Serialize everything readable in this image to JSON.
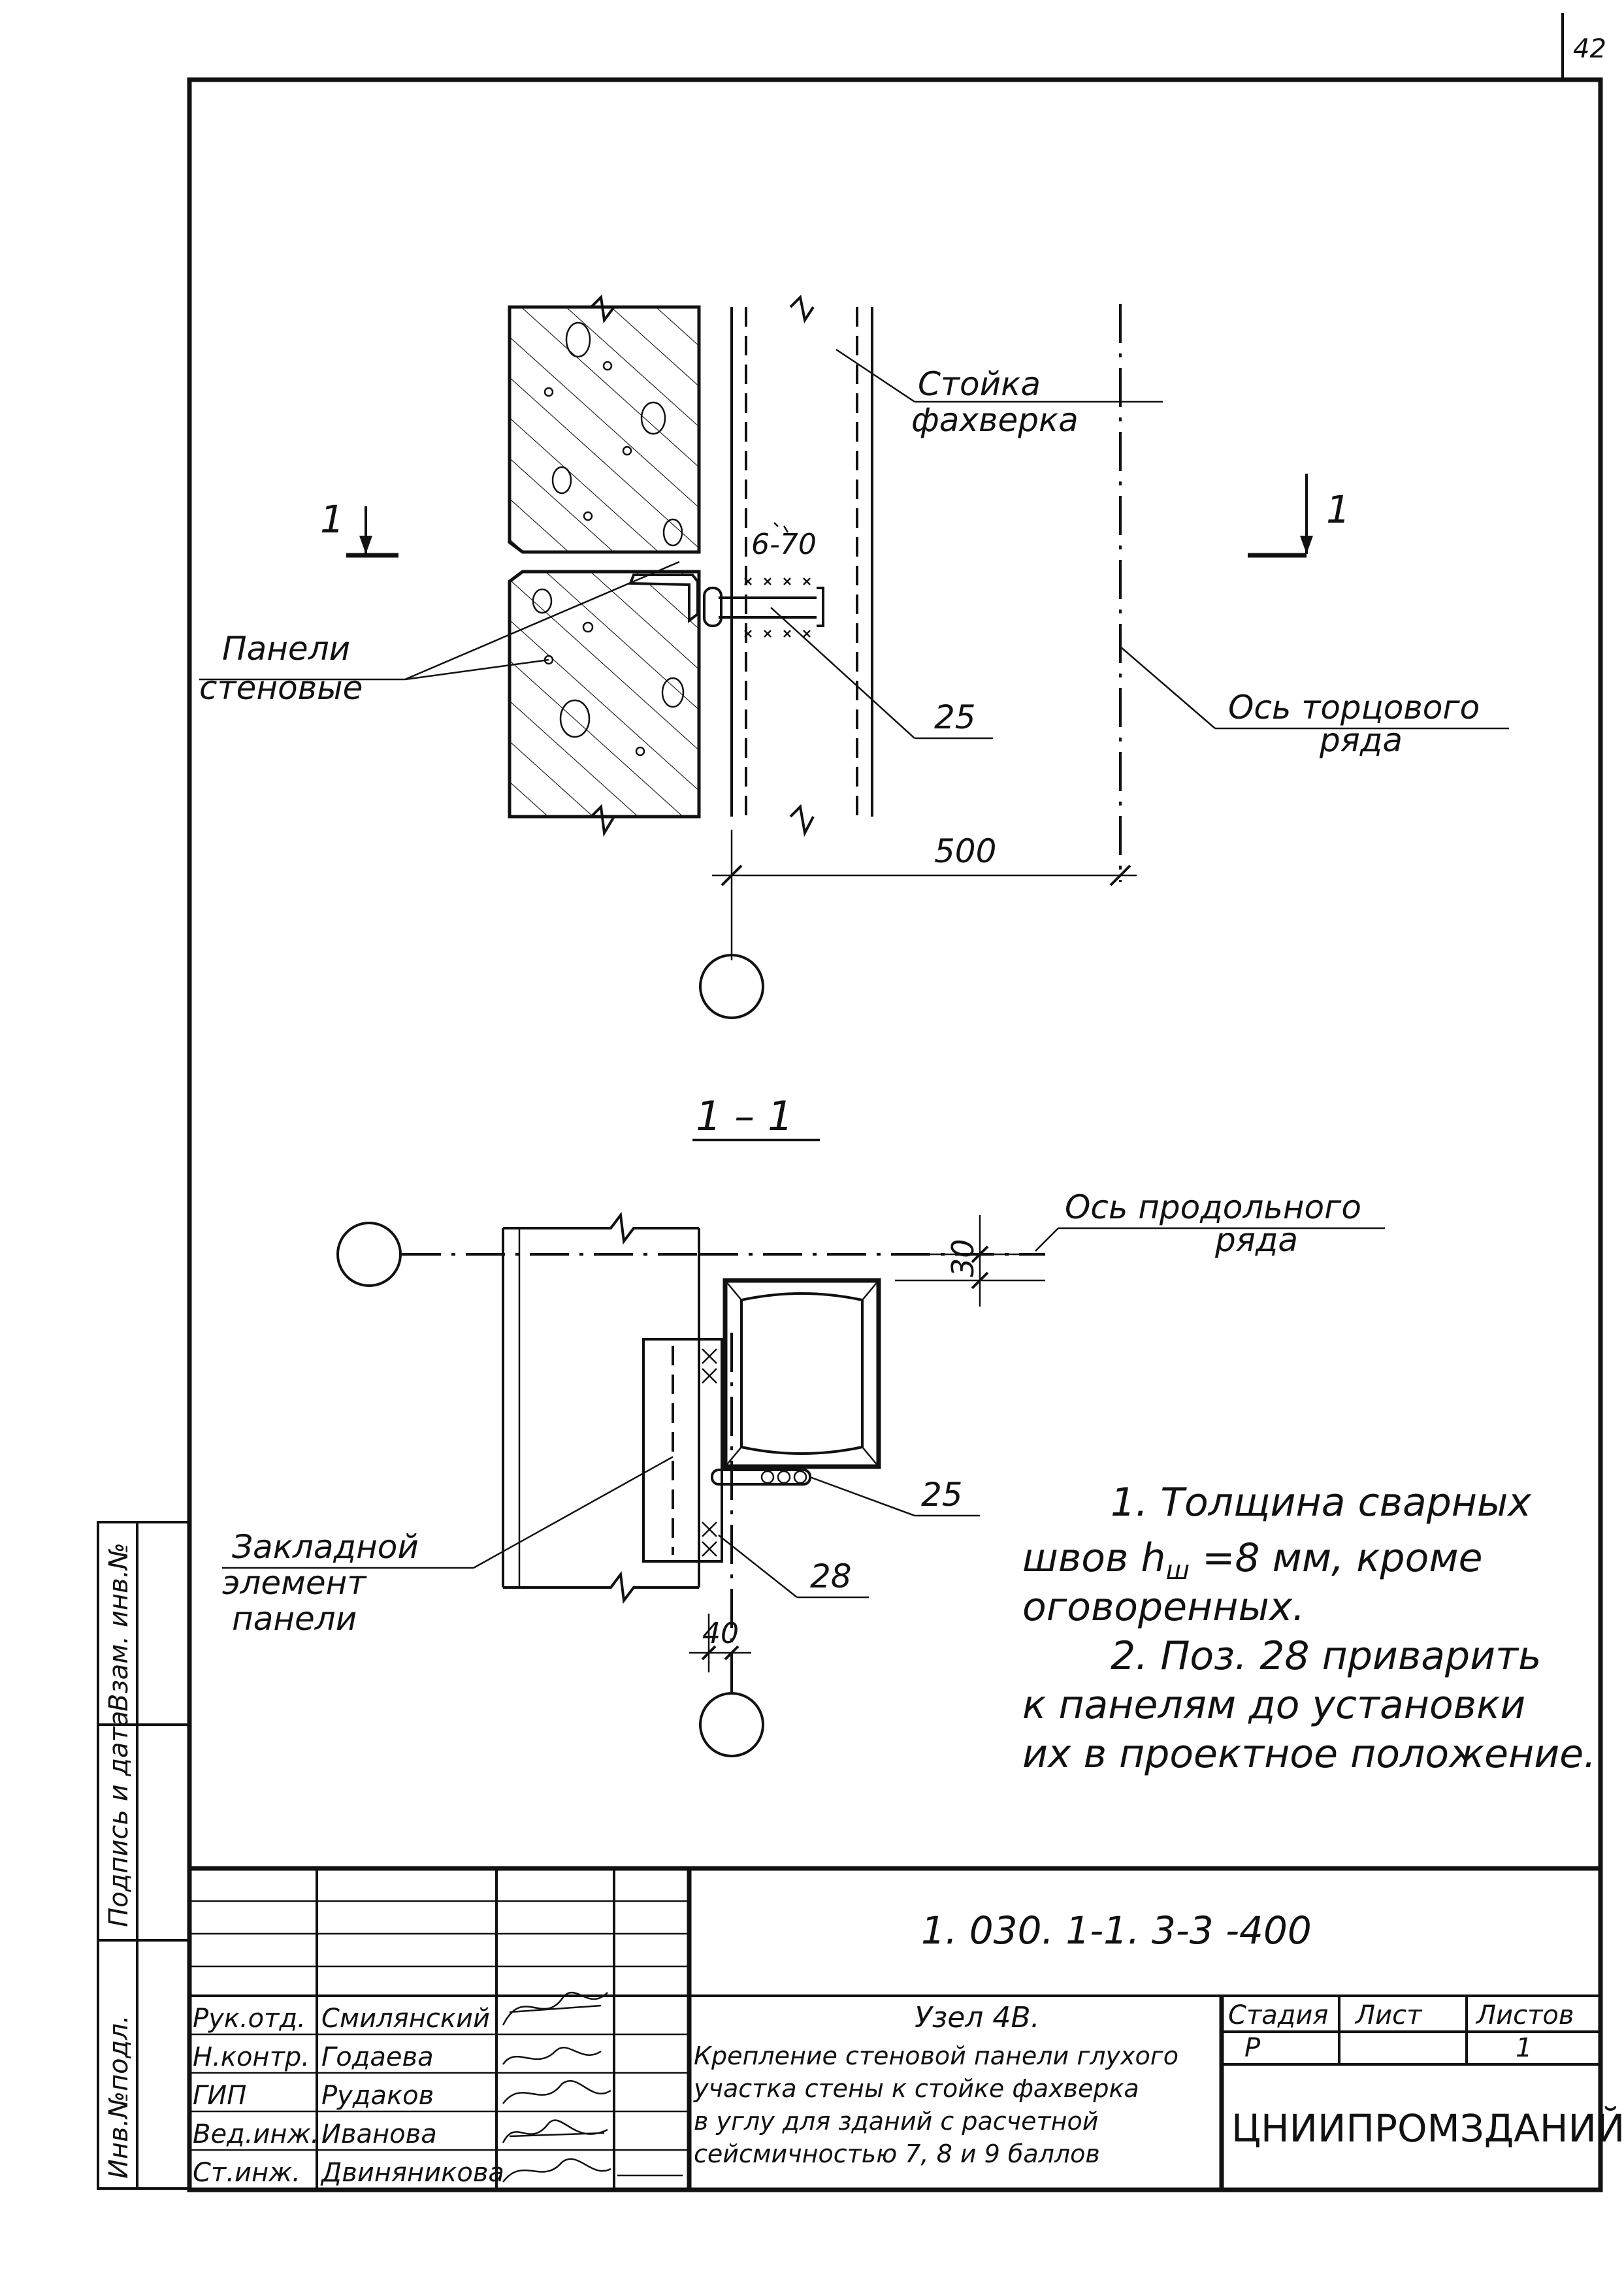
{
  "sheet": {
    "page_number": "42",
    "document_code": "1. 030. 1-1. 3-3 -400"
  },
  "upper_view": {
    "section_mark_left": "1",
    "section_mark_right": "1",
    "label_column_line1": "Стойка",
    "label_column_line2": "фахверка",
    "label_panels_line1": "Панели",
    "label_panels_line2": "стеновые",
    "weld_label": "6-70",
    "position_25": "25",
    "label_axis_line1": "Ось торцового",
    "label_axis_line2": "ряда",
    "dimension_500": "500"
  },
  "section_1_1": {
    "title": "1 – 1",
    "label_axis_line1": "Ось продольного",
    "label_axis_line2": "ряда",
    "dimension_30": "30",
    "position_25": "25",
    "position_28": "28",
    "label_embedded_line1": "Закладной",
    "label_embedded_line2": "элемент",
    "label_embedded_line3": "панели",
    "dimension_40": "40"
  },
  "notes": {
    "line1": "1. Толщина сварных",
    "line2": "швов h",
    "line2_sub": "ш",
    "line2_rest": " =8 мм, кроме",
    "line3": "оговоренных.",
    "line4": "2. Поз. 28 приварить",
    "line5": "к панелям до установки",
    "line6": "их в проектное положение."
  },
  "left_margin": {
    "field1": "Инв.№подл.",
    "field2": "Подпись и дата",
    "field3": "Взам. инв.№"
  },
  "title_block": {
    "roles": [
      "Рук.отд.",
      "Н.контр.",
      "ГИП",
      "Вед.инж.",
      "Ст.инж."
    ],
    "names": [
      "Смилянский",
      "Годаева",
      "Рудаков",
      "Иванова",
      "Двиняникова"
    ],
    "drawing_title_line1": "Узел 4В.",
    "drawing_title_line2": "Крепление стеновой панели глухого",
    "drawing_title_line3": "участка стены к стойке фахверка",
    "drawing_title_line4": "в углу для зданий с расчетной",
    "drawing_title_line5": "сейсмичностью 7, 8 и 9 баллов",
    "stage_header": "Стадия",
    "sheet_header": "Лист",
    "sheets_header": "Листов",
    "stage_value": "Р",
    "sheets_value": "1",
    "organization": "ЦНИИПРОМЗДАНИЙ"
  }
}
